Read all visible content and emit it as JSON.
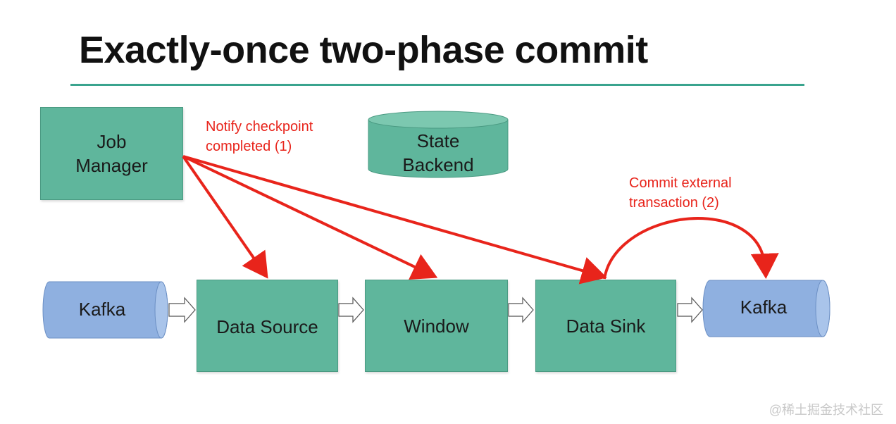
{
  "title": "Exactly-once two-phase commit",
  "colors": {
    "rule": "#3aa48e",
    "box_fill": "#5fb69c",
    "kafka_fill": "#8fb0e0",
    "arrow_red": "#e8241b",
    "annotation_text": "#e8241b"
  },
  "nodes": {
    "job_manager": {
      "line1": "Job",
      "line2": "Manager"
    },
    "state_backend": {
      "line1": "State",
      "line2": "Backend"
    },
    "kafka_in": {
      "label": "Kafka"
    },
    "data_source": {
      "label": "Data Source"
    },
    "window": {
      "label": "Window"
    },
    "data_sink": {
      "label": "Data Sink"
    },
    "kafka_out": {
      "label": "Kafka"
    }
  },
  "annotations": {
    "notify": {
      "line1": "Notify checkpoint",
      "line2": "completed (1)"
    },
    "commit": {
      "line1": "Commit external",
      "line2": "transaction (2)"
    }
  },
  "watermark": "@稀土掘金技术社区"
}
